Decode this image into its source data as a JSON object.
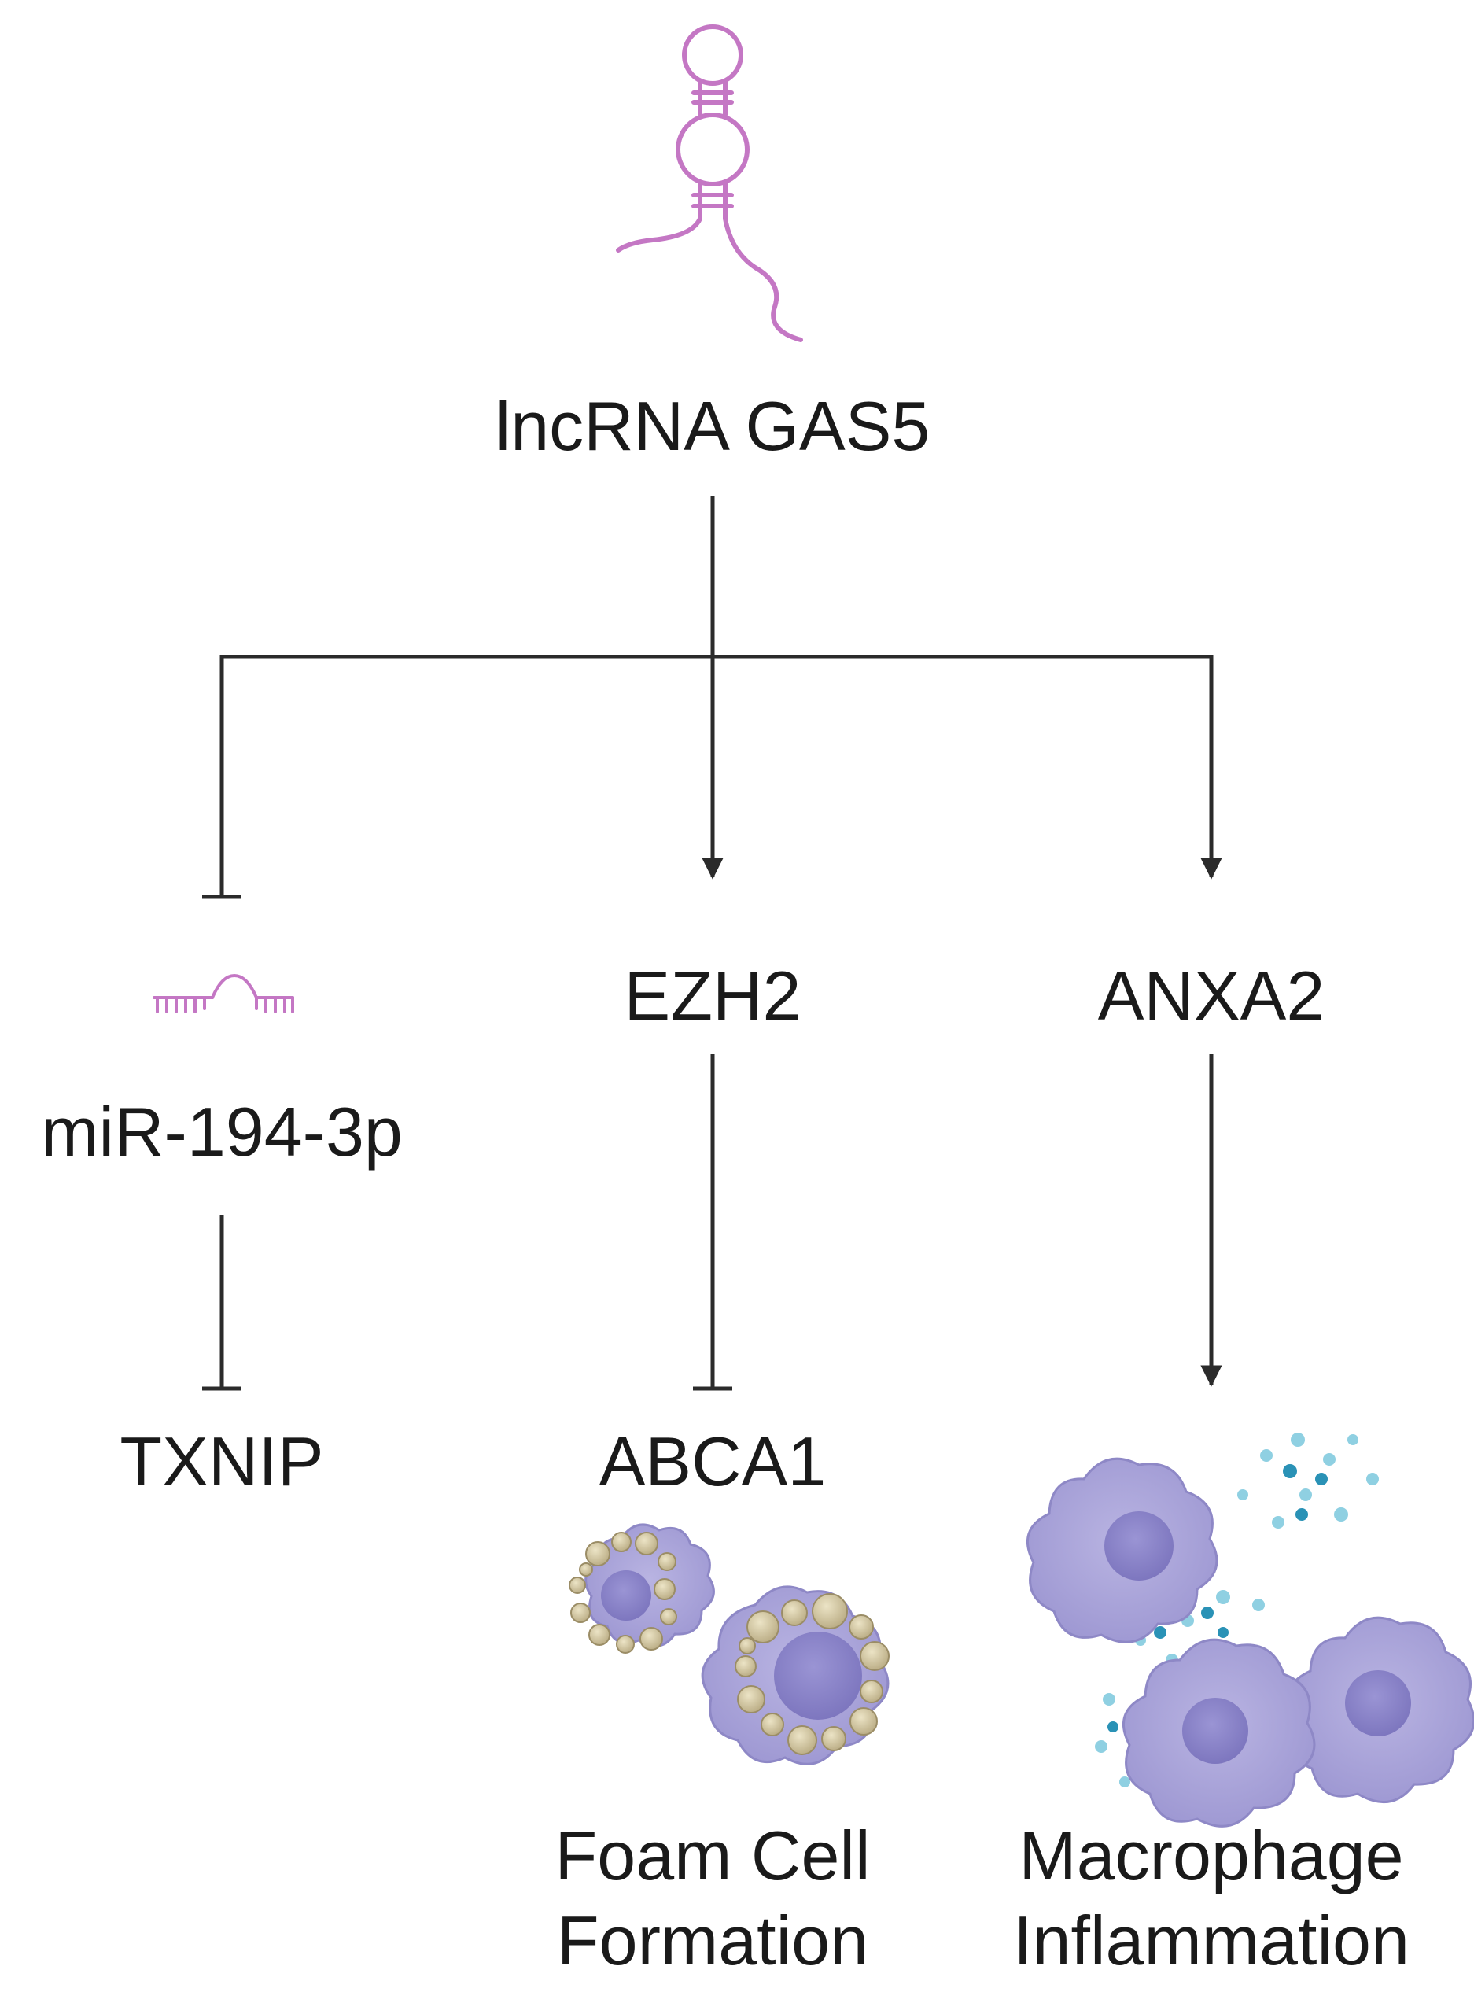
{
  "nodes": {
    "gas5": "lncRNA GAS5",
    "mir": "miR-194-3p",
    "ezh2": "EZH2",
    "anxa2": "ANXA2",
    "txnip": "TXNIP",
    "abca1": "ABCA1",
    "foam_line1": "Foam Cell",
    "foam_line2": "Formation",
    "macro_line1": "Macrophage",
    "macro_line2": "Inflammation"
  },
  "edges": [
    {
      "from": "lncRNA GAS5",
      "to": "miR-194-3p",
      "type": "inhibition"
    },
    {
      "from": "lncRNA GAS5",
      "to": "EZH2",
      "type": "activation"
    },
    {
      "from": "lncRNA GAS5",
      "to": "ANXA2",
      "type": "activation"
    },
    {
      "from": "miR-194-3p",
      "to": "TXNIP",
      "type": "inhibition"
    },
    {
      "from": "EZH2",
      "to": "ABCA1",
      "type": "inhibition"
    },
    {
      "from": "ANXA2",
      "to": "Macrophage Inflammation",
      "type": "activation"
    }
  ],
  "colors": {
    "rna": "#c477c4",
    "line": "#2b2b2b",
    "cell_body": "#a8a3d8",
    "nucleus": "#8a84c8",
    "lipid": "#cfc3a0",
    "cytokine_dark": "#2a92b6",
    "cytokine_light": "#8fd0e2"
  },
  "icons": [
    "lncrna-hairpin-icon",
    "mirna-icon",
    "foam-cell-icon",
    "macrophage-icon",
    "cytokine-dots-icon"
  ]
}
